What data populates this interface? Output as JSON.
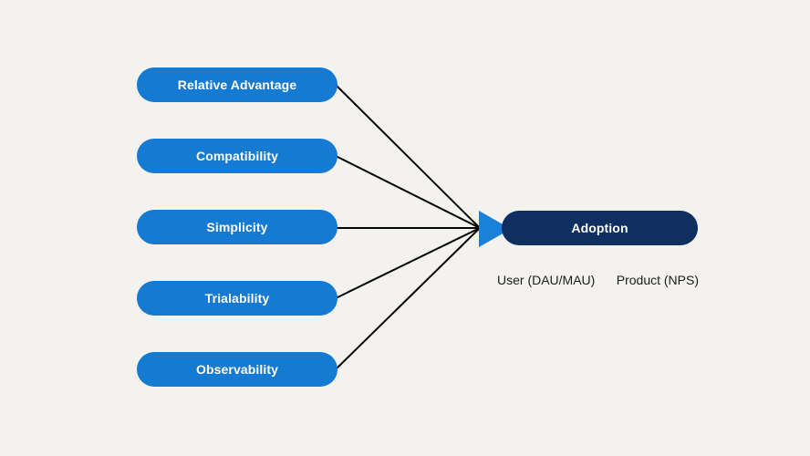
{
  "diagram": {
    "factors": [
      {
        "label": "Relative Advantage"
      },
      {
        "label": "Compatibility"
      },
      {
        "label": "Simplicity"
      },
      {
        "label": "Trialability"
      },
      {
        "label": "Observability"
      }
    ],
    "outcome": {
      "label": "Adoption"
    },
    "metrics": [
      {
        "label": "User (DAU/MAU)"
      },
      {
        "label": "Product (NPS)"
      }
    ],
    "relationship": "All five factors point into Adoption via converging arrow"
  },
  "colors": {
    "factor_fill": "#147ad2",
    "outcome_fill": "#0e2f5f",
    "arrow_fill": "#1b80da",
    "line_color": "#000000",
    "pill_text": "#ffffff",
    "metric_text": "#1c1c1c",
    "canvas_bg": "#f3f2ef"
  }
}
